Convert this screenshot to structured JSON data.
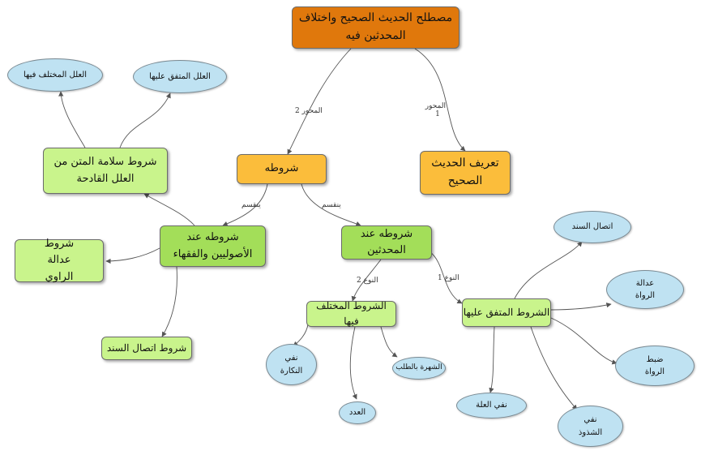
{
  "colors": {
    "root": "#e0780c",
    "level1": "#fbbd3b",
    "light_green": "#c9f48c",
    "medium_green": "#a3de59",
    "ellipse": "#bfe2f2",
    "border": "#6b6b6b",
    "edge": "#555555"
  },
  "nodes": {
    "root": "مصطلح الحديث الصحيح واختلاف المحدثين فيه",
    "definition": "تعريف الحديث الصحيح",
    "conditions": "شروطه",
    "muhaddithin": "شروطه عند المحدثين",
    "usuliyyin": "شروطه عند الأصوليين والفقهاء",
    "matn": "شروط سلامة المتن من العلل القادحة",
    "agreed_ilal": "العلل المتفق عليها",
    "disputed_ilal": "العلل المختلف فيها",
    "narrator": "شروط عدالة الراوي",
    "isnad": "شروط اتصال السند",
    "agreed": "الشروط المتفق عليها",
    "disputed": "الشروط المختلف فيها",
    "sanad": "اتصال السند",
    "adala": "عدالة الرواة",
    "dabt": "ضبط الرواة",
    "shudhudh": "نفي الشذوذ",
    "illa": "نفي العلة",
    "nakara": "نفي النكارة",
    "shuhra": "الشهرة بالطلب",
    "adad": "العدد"
  },
  "edge_labels": {
    "axis1": "المحور 1",
    "axis2": "المحور 2",
    "divides_left": "ينقسم",
    "divides_right": "ينقسم",
    "type1": "النوع 1",
    "type2": "النوع 2"
  }
}
